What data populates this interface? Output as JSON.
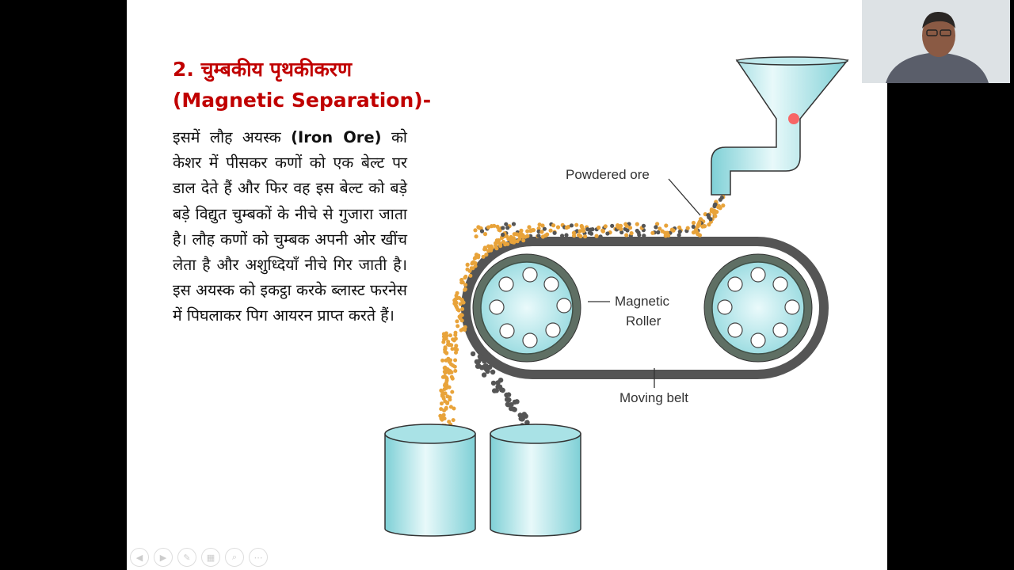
{
  "slide": {
    "title_line1": "2. चुम्बकीय पृथकीकरण",
    "title_line2": "(Magnetic Separation)-",
    "body_pre": "इसमें लौह अयस्क ",
    "body_bold": "(Iron Ore)",
    "body_post": " को केशर में पीसकर कणों को एक बेल्ट पर डाल देते हैं और फिर वह इस बेल्ट को बड़े बड़े विद्युत चुम्बकों के नीचे से गुजारा जाता है। लौह कणों को चुम्बक अपनी ओर खींच लेता है और अशुध्दियाँ नीचे गिर जाती है। इस अयस्क को इकट्ठा करके ब्लास्ट फरनेस में पिघलाकर पिग आयरन प्राप्त करते हैं।"
  },
  "diagram": {
    "label_powdered_ore": "Powdered ore",
    "label_magnetic_line1": "Magnetic",
    "label_magnetic_line2": "Roller",
    "label_moving_belt": "Moving belt"
  },
  "toolbar": {
    "icons": [
      "prev-icon",
      "next-icon",
      "pen-icon",
      "slides-icon",
      "zoom-icon",
      "more-icon"
    ]
  },
  "colors": {
    "title": "#c00000",
    "ore_particle": "#e8a33a",
    "impurity_particle": "#555555",
    "container_fill": "#bfe9ec"
  }
}
